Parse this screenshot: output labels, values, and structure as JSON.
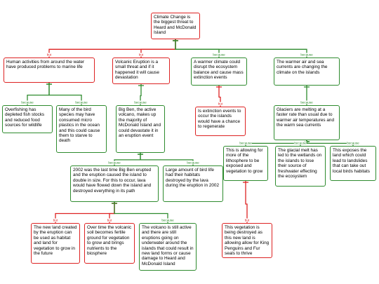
{
  "diagram": {
    "link_labels": {
      "because": "because",
      "but": "but"
    },
    "nodes": [
      {
        "id": "root",
        "kind": "but",
        "text": "Climate Change is the biggest threat to Heard and McDonald Island"
      },
      {
        "id": "human",
        "kind": "but",
        "text": "Human activities from around the water have produced problems to marine life"
      },
      {
        "id": "volcanic",
        "kind": "but",
        "text": "Volcanic Eruption is a small threat and if it happened it will cause devastation"
      },
      {
        "id": "warmer-climate",
        "kind": "because",
        "text": "A warmer climate could disrupt the ecosystem balance and cause mass extinction events"
      },
      {
        "id": "air-sea",
        "kind": "because",
        "text": "The warmer air and sea currents are changing the  climate on the islands"
      },
      {
        "id": "overfishing",
        "kind": "because",
        "text": "Overfishing has depleted fish stocks and reduced food sources for wildlife"
      },
      {
        "id": "birds-plastic",
        "kind": "because",
        "text": "Many of the bird species may have consumed micro plastics in the ocean and this could cause them to starve to death"
      },
      {
        "id": "big-ben",
        "kind": "because",
        "text": "Big Ben, the active volcano, makes up the majority of McDonald  Island and could devastate it in an eruption event"
      },
      {
        "id": "extinction",
        "kind": "but",
        "text": "Is extinction events to occur the islands would have a chance to regenerate"
      },
      {
        "id": "glaciers",
        "kind": "because",
        "text": "Glaciers are melting at a faster rate than usual due to warmer air temperatures and the warm sea currents"
      },
      {
        "id": "eruption-2002",
        "kind": "because",
        "text": "2002 was the last time Big Ben erupted and the eruption caused the island to double in size. For this to occur, lava would have flowed down the island and destroyed everything in its path"
      },
      {
        "id": "bird-habitats",
        "kind": "because",
        "text": "Large amount of bird life had their habitats destroyed by the lava during the eruption in 2002"
      },
      {
        "id": "lithosphere",
        "kind": "because",
        "text": "This is allowing for more of the lithosphere to be exposed and vegetation to grow"
      },
      {
        "id": "meltwater",
        "kind": "because",
        "text": "The glacial melt has led to the wetlands on the islands to lose their source of freshwater effecting the ecosystem"
      },
      {
        "id": "landslides",
        "kind": "because",
        "text": "This exposes the land which could lead to landslides that can take out local birds habitats"
      },
      {
        "id": "new-land",
        "kind": "but",
        "text": "The new land created by the eruption can be used as habitat and land for vegetation to grow in the future"
      },
      {
        "id": "fertile-ground",
        "kind": "but",
        "text": "Over time the volcanic soil becomes fertile ground for vegetation to grow and brings nutrients to the biosphere"
      },
      {
        "id": "still-active",
        "kind": "because",
        "text": "The volcano is still active and there are still eruptions going on underwater around  the islands that could result in new land forms or cause damage to Heard and McDonald Island"
      },
      {
        "id": "vegetation-destroyed",
        "kind": "but",
        "text": "This vegetation is being destroyed as this new land is allowing allow for King Penguins and Fur seals to thrive"
      }
    ],
    "links": [
      {
        "from": "human",
        "to": "root",
        "kind": "but"
      },
      {
        "from": "volcanic",
        "to": "root",
        "kind": "but"
      },
      {
        "from": "warmer-climate",
        "to": "root",
        "kind": "because"
      },
      {
        "from": "air-sea",
        "to": "root",
        "kind": "because"
      },
      {
        "from": "overfishing",
        "to": "human",
        "kind": "because"
      },
      {
        "from": "birds-plastic",
        "to": "human",
        "kind": "because"
      },
      {
        "from": "big-ben",
        "to": "volcanic",
        "kind": "because"
      },
      {
        "from": "extinction",
        "to": "warmer-climate",
        "kind": "but"
      },
      {
        "from": "glaciers",
        "to": "air-sea",
        "kind": "because"
      },
      {
        "from": "eruption-2002",
        "to": "big-ben",
        "kind": "because"
      },
      {
        "from": "bird-habitats",
        "to": "big-ben",
        "kind": "because"
      },
      {
        "from": "lithosphere",
        "to": "glaciers",
        "kind": "because"
      },
      {
        "from": "meltwater",
        "to": "glaciers",
        "kind": "because"
      },
      {
        "from": "landslides",
        "to": "glaciers",
        "kind": "because"
      },
      {
        "from": "new-land",
        "to": "eruption-2002",
        "kind": "but"
      },
      {
        "from": "fertile-ground",
        "to": "eruption-2002",
        "kind": "but"
      },
      {
        "from": "still-active",
        "to": "eruption-2002",
        "kind": "because"
      },
      {
        "from": "vegetation-destroyed",
        "to": "lithosphere",
        "kind": "but"
      }
    ],
    "colors": {
      "because": "#2e8b2e",
      "but": "#dd2222"
    }
  }
}
